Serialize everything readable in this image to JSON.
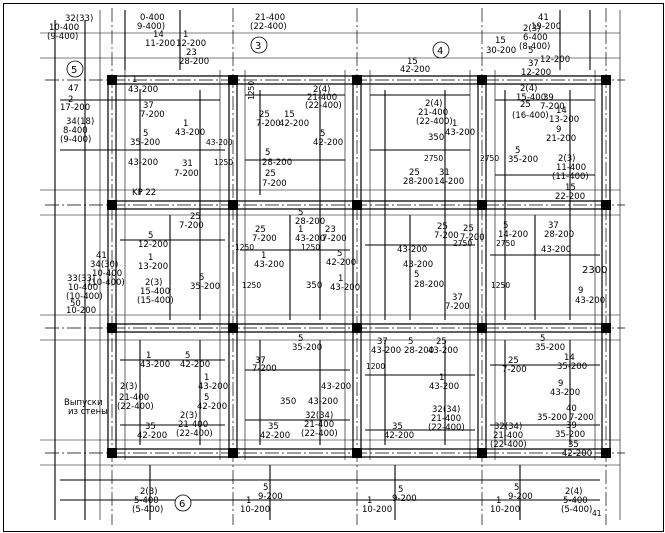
{
  "axis_labels": {
    "top_3": "3",
    "top_4": "4",
    "left_5": "5",
    "bottom_6": "6"
  },
  "labels": {
    "t1": "32(33)",
    "t1b": "10-400",
    "t1c": "(9-400)",
    "t2": "0-400",
    "t2b": "9-400)",
    "t3": "21-400",
    "t3b": "(22-400)",
    "t4": "14",
    "t4b": "11-200",
    "t5": "1",
    "t5b": "12-200",
    "t6": "23",
    "t6b": "28-200",
    "t7": "41",
    "t7b": "19-200",
    "t8": "2(3)",
    "t8b": "6-400",
    "t8c": "(8-400)",
    "t9": "15",
    "t9b": "42-200",
    "t10": "15",
    "t10b": "30-200",
    "t11": "5",
    "t11b": "12-200",
    "t12": "37",
    "t12b": "12-200",
    "l1": "47",
    "l2": "2",
    "l2b": "17-200",
    "l3": "34(18)",
    "l3b": "8-400",
    "l3c": "(9-400)",
    "m1": "1",
    "m1b": "43-200",
    "m2": "37",
    "m2b": "7-200",
    "m3": "5",
    "m3b": "35-200",
    "m4": "1",
    "m4b": "43-200",
    "m5": "1250",
    "m6": "2(4)",
    "m6b": "21-400",
    "m6c": "(22-400)",
    "m7": "25",
    "m7b": "7-200",
    "m8": "15",
    "m8b": "42-200",
    "m9": "5",
    "m9b": "42-200",
    "m10": "2(4)",
    "m10b": "21-400",
    "m10c": "(22-400)",
    "m11": "350",
    "m12": "1",
    "m12b": "43-200",
    "m13": "2(4)",
    "m13b": "15-400",
    "m13c": "(16-400)",
    "m14": "25",
    "m14b": "7-200",
    "m15": "39",
    "m15b": "7-200",
    "m16": "14",
    "m16b": "13-200",
    "m17": "9",
    "m17b": "21-200",
    "n1": "43-200",
    "n2": "31",
    "n2b": "7-200",
    "n3": "1250",
    "n4": "5",
    "n4b": "28-200",
    "n5": "25",
    "n5b": "7-200",
    "n6": "2750",
    "n7": "2750",
    "n8": "5",
    "n8b": "35-200",
    "n9": "2(3)",
    "n9b": "11-400",
    "n9c": "(11-400)",
    "n10": "25",
    "n10b": "28-200",
    "n11": "31",
    "n11b": "14-200",
    "n12": "15",
    "n12b": "22-200",
    "n13": "KP 22",
    "p1": "25",
    "p1b": "7-200",
    "p2": "5",
    "p2b": "28-200",
    "p3": "25",
    "p3b": "7-200",
    "p4": "1",
    "p4b": "43-200",
    "p5": "23",
    "p5b": "7-200",
    "p6": "25",
    "p6b": "7-200",
    "p7": "5",
    "p7b": "14-200",
    "p8": "37",
    "p8b": "28-200",
    "p9": "25",
    "p9b": "7-200",
    "p10": "5",
    "p10b": "12-200",
    "p11": "1",
    "p11b": "13-200",
    "p12": "1250",
    "p12b": "1250",
    "p13": "1",
    "p13b": "43-200",
    "p14": "5",
    "p14b": "42-200",
    "p15": "43-200",
    "p16": "43-200",
    "p17": "2750",
    "p18": "2750",
    "p19": "43-200",
    "p20": "2300",
    "q1": "41",
    "q1b": "34(30)",
    "q1c": "10-400",
    "q2": "(10-400)",
    "q3": "33(33)",
    "q3b": "10-400",
    "q3c": "(10-400)",
    "q4": "50",
    "q4b": "10-200",
    "q5": "2(3)",
    "q5b": "15-400",
    "q5c": "(15-400)",
    "q6": "5",
    "q6b": "35-200",
    "q7": "1250",
    "q8": "350",
    "q9": "1",
    "q9b": "43-200",
    "q10": "5",
    "q10b": "28-200",
    "q11": "1250",
    "q12": "37",
    "q12b": "7-200",
    "q13": "9",
    "q13b": "43-200",
    "r1": "1",
    "r1b": "43-200",
    "r2": "5",
    "r2b": "42-200",
    "r3": "37",
    "r3b": "7-200",
    "r4": "5",
    "r4b": "35-200",
    "r5": "37",
    "r5b": "43-200",
    "r6": "5",
    "r6b": "28-200",
    "r7": "25",
    "r7b": "43-200",
    "r8": "1200",
    "r9": "25",
    "r9b": "7-200",
    "r10": "5",
    "r10b": "35-200",
    "r11": "14",
    "r11b": "35-200",
    "s1": "2(3)",
    "s1b": "21-400",
    "s1c": "(22-400)",
    "s2": "1",
    "s2b": "43-200",
    "s3": "5",
    "s3b": "42-200",
    "s4": "43-200",
    "s5": "1",
    "s5b": "43-200",
    "s6": "350",
    "s7": "43-200",
    "s8": "9",
    "s8b": "43-200",
    "s9": "40",
    "s9b": "35-200",
    "s9c": "7-200",
    "s10": "Выпуски",
    "s10b": "из стены",
    "u1": "35",
    "u1b": "42-200",
    "u2": "2(3)",
    "u2b": "21-400",
    "u2c": "(22-400)",
    "u3": "35",
    "u3b": "42-200",
    "u4": "32(34)",
    "u4b": "21-400",
    "u4c": "(22-400)",
    "u5": "35",
    "u5b": "42-200",
    "u6": "32(34)",
    "u6b": "21-400",
    "u6c": "(22-400)",
    "u7": "32(34)",
    "u7b": "21-400",
    "u7c": "(22-400)",
    "u8": "39",
    "u8b": "35-200",
    "u9": "35",
    "u9b": "42-200",
    "v1": "2(3)",
    "v1b": "5-400",
    "v1c": "(5-400)",
    "v2": "5",
    "v2b": "9-200",
    "v3": "1",
    "v3b": "10-200",
    "v4": "1",
    "v4b": "10-200",
    "v5": "5",
    "v5b": "9-200",
    "v6": "5",
    "v6b": "9-200",
    "v7": "1",
    "v7b": "10-200",
    "v8": "2(4)",
    "v8b": "5-400",
    "v8c": "(5-400)",
    "v9": "41"
  }
}
